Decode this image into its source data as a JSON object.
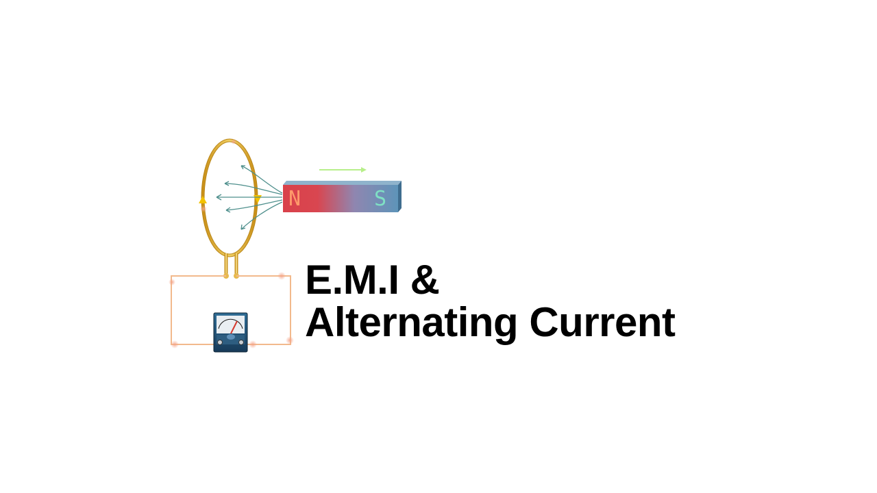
{
  "slide": {
    "title_line1": "E.M.I &",
    "title_line2": "Alternating Current"
  },
  "diagram": {
    "magnet": {
      "north_label": "N",
      "south_label": "S",
      "north_color": "#d9414a",
      "south_color": "#5e94b9"
    },
    "coil_color": "#d9a61f",
    "wire_color": "#f2b98c",
    "field_line_color": "#4e8f8c",
    "motion_arrow_color": "#b7ef8a",
    "current_arrow_color": "#f2c200",
    "meter_icon": "galvanometer-icon"
  }
}
